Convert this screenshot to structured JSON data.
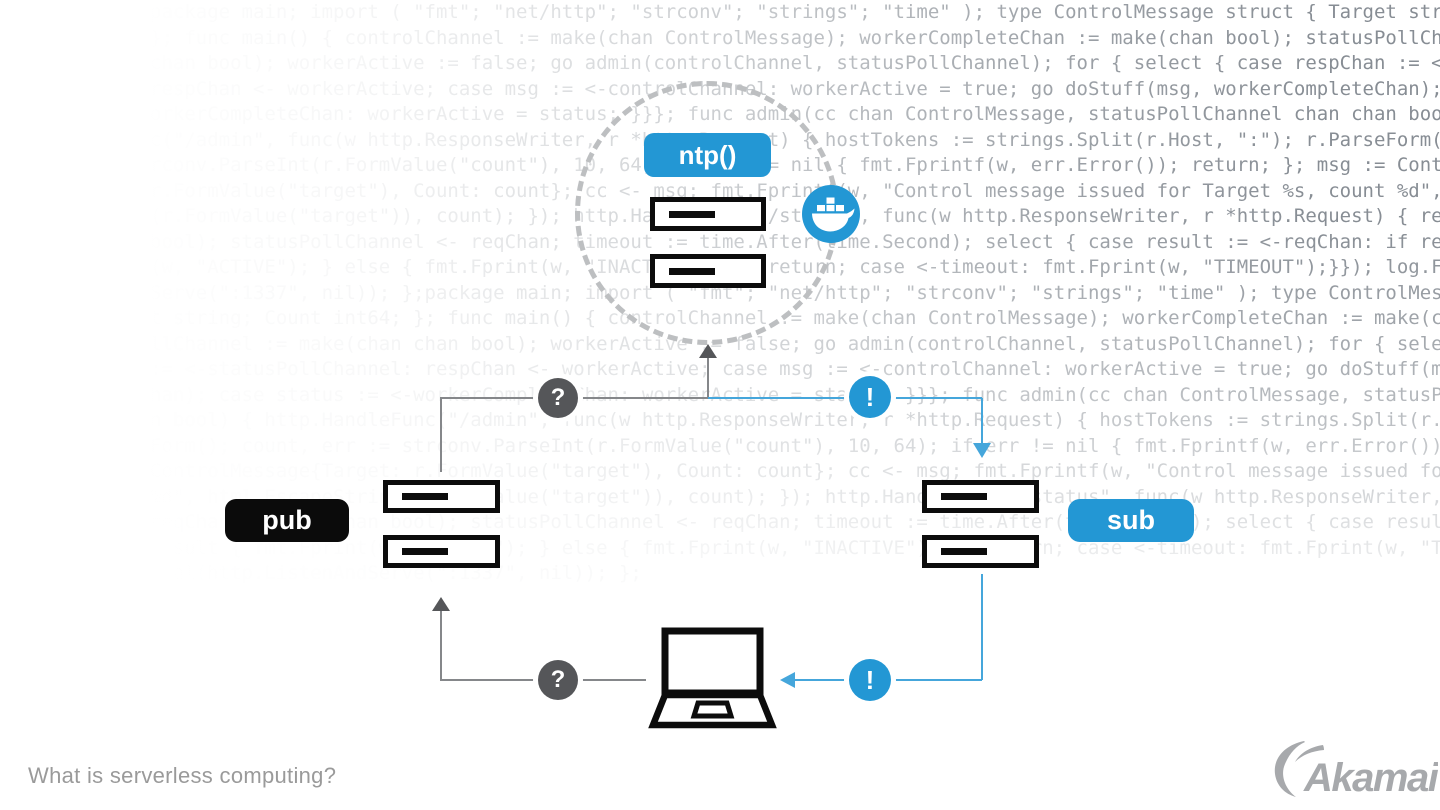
{
  "background_code": {
    "text": "package main; import ( \"fmt\"; \"net/http\"; \"strconv\"; \"strings\"; \"time\" ); type ControlMessage struct { Target string; Count int64; }; func main() { controlChannel := make(chan ControlMessage); workerCompleteChan := make(chan bool); statusPollChannel := make(chan chan bool); workerActive := false; go admin(controlChannel, statusPollChannel); for { select { case respChan := <-statusPollChannel: respChan <- workerActive; case msg := <-controlChannel: workerActive = true; go doStuff(msg, workerCompleteChan); case status := <-workerCompleteChan: workerActive = status; }}}; func admin(cc chan ControlMessage, statusPollChannel chan chan bool) { http.HandleFunc(\"/admin\", func(w http.ResponseWriter, r *http.Request) { hostTokens := strings.Split(r.Host, \":\"); r.ParseForm(); count, err := strconv.ParseInt(r.FormValue(\"count\"), 10, 64); if err != nil { fmt.Fprintf(w, err.Error()); return; }; msg := ControlMessage{Target: r.FormValue(\"target\"), Count: count}; cc <- msg; fmt.Fprintf(w, \"Control message issued for Target %s, count %d\", html.EscapeString(r.FormValue(\"target\")), count); }); http.HandleFunc(\"/status\", func(w http.ResponseWriter, r *http.Request) { reqChan := make(chan bool); statusPollChannel <- reqChan; timeout := time.After(time.Second); select { case result := <-reqChan: if result { fmt.Fprint(w, \"ACTIVE\"); } else { fmt.Fprint(w, \"INACTIVE\"); }; return; case <-timeout: fmt.Fprint(w, \"TIMEOUT\");}}); log.Fatal(http.ListenAndServe(\":1337\", nil)); };"
  },
  "diagram": {
    "ntp_label": "ntp()",
    "pub_label": "pub",
    "sub_label": "sub",
    "question_mark": "?",
    "exclamation_mark": "!",
    "colors": {
      "blue": "#2397d4",
      "line_blue": "#45a6db",
      "dark_gray": "#555659",
      "line_gray": "#85878a",
      "dashed_circle_gray": "#bdbfc1",
      "black": "#0b0b0b",
      "code_gray": "#878d94"
    },
    "icons": [
      "docker-whale-icon",
      "server-icon",
      "laptop-icon",
      "question-node-icon",
      "exclamation-node-icon"
    ]
  },
  "footer": {
    "caption": "What is serverless computing?",
    "brand": "Akamai"
  }
}
